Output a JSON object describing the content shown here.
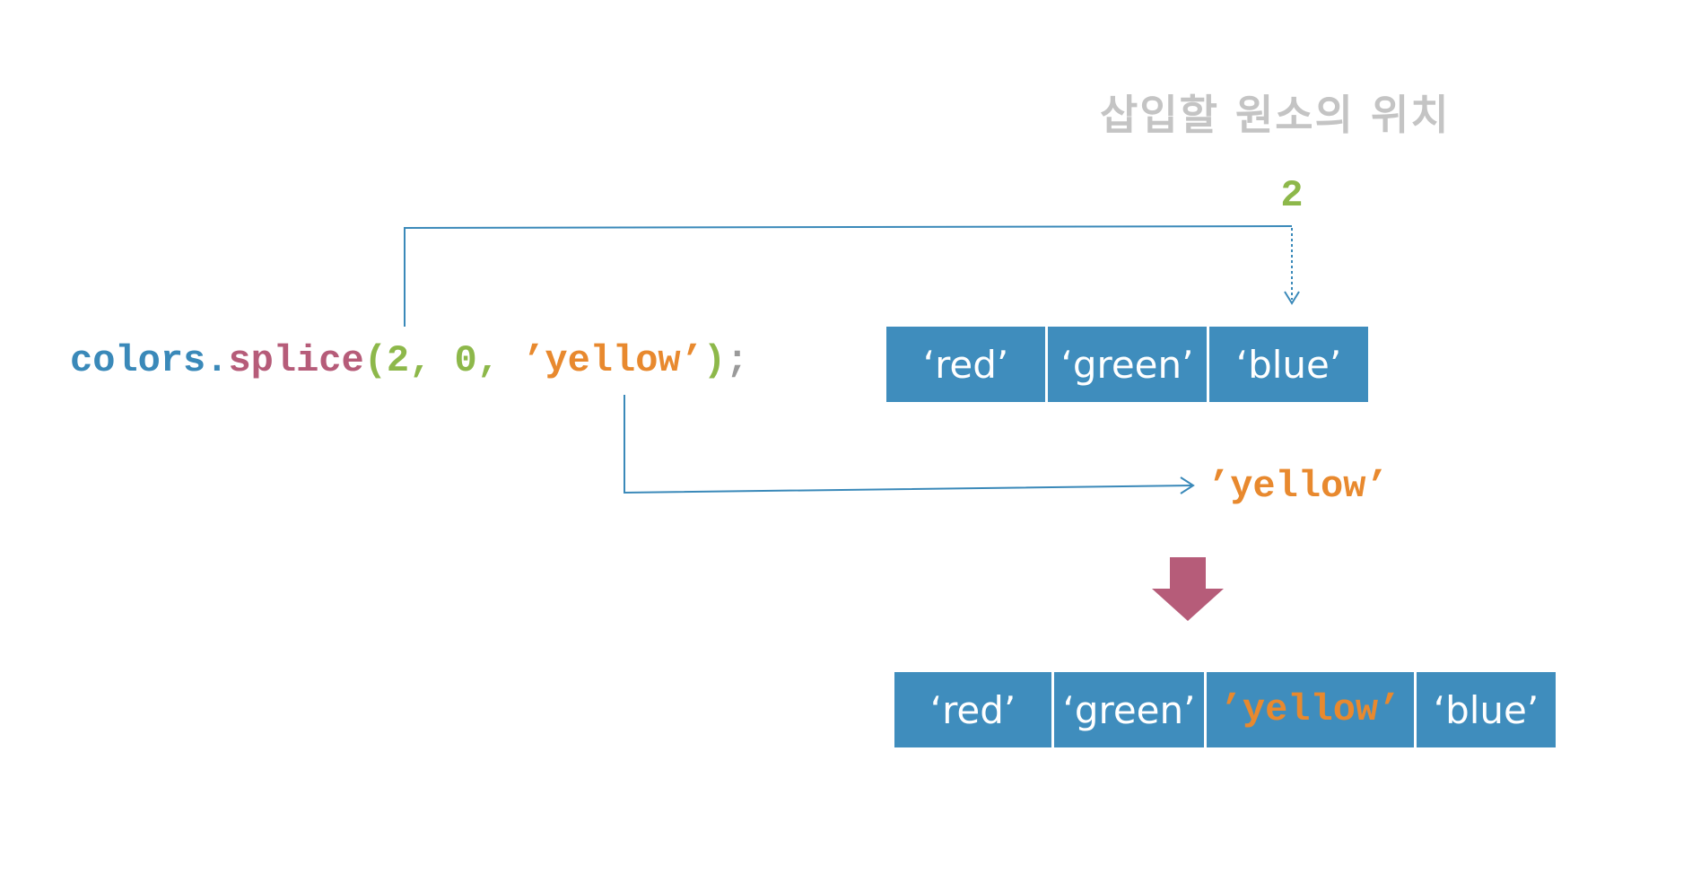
{
  "label_position": "삽입할 원소의 위치",
  "index_number": "2",
  "code": {
    "object": "colors",
    "dot": ".",
    "method": "splice",
    "open_paren": "(",
    "arg1": "2",
    "sep1": ", ",
    "arg2": "0",
    "sep2": ", ",
    "arg3": "’yellow’",
    "close_paren": ")",
    "semicolon": ";"
  },
  "floating_value": "’yellow’",
  "array_before": [
    "‘red’",
    "‘green’",
    "‘blue’"
  ],
  "array_after": [
    "‘red’",
    "‘green’",
    "’yellow’",
    "‘blue’"
  ],
  "colors": {
    "cell_fill": "#3f8dbd",
    "connector_line": "#3a89b9",
    "down_arrow": "#b65c79",
    "object_token": "#3a89b9",
    "method_token": "#b65c79",
    "number_token": "#8db84a",
    "string_token": "#e8892e",
    "punct_token": "#9a9a9a",
    "label_gray": "#c4c4c4"
  },
  "icons": {
    "flow_arrow": "chevron-right-arrow",
    "insert_arrow": "dotted-down-arrow",
    "result_arrow": "block-down-arrow"
  }
}
